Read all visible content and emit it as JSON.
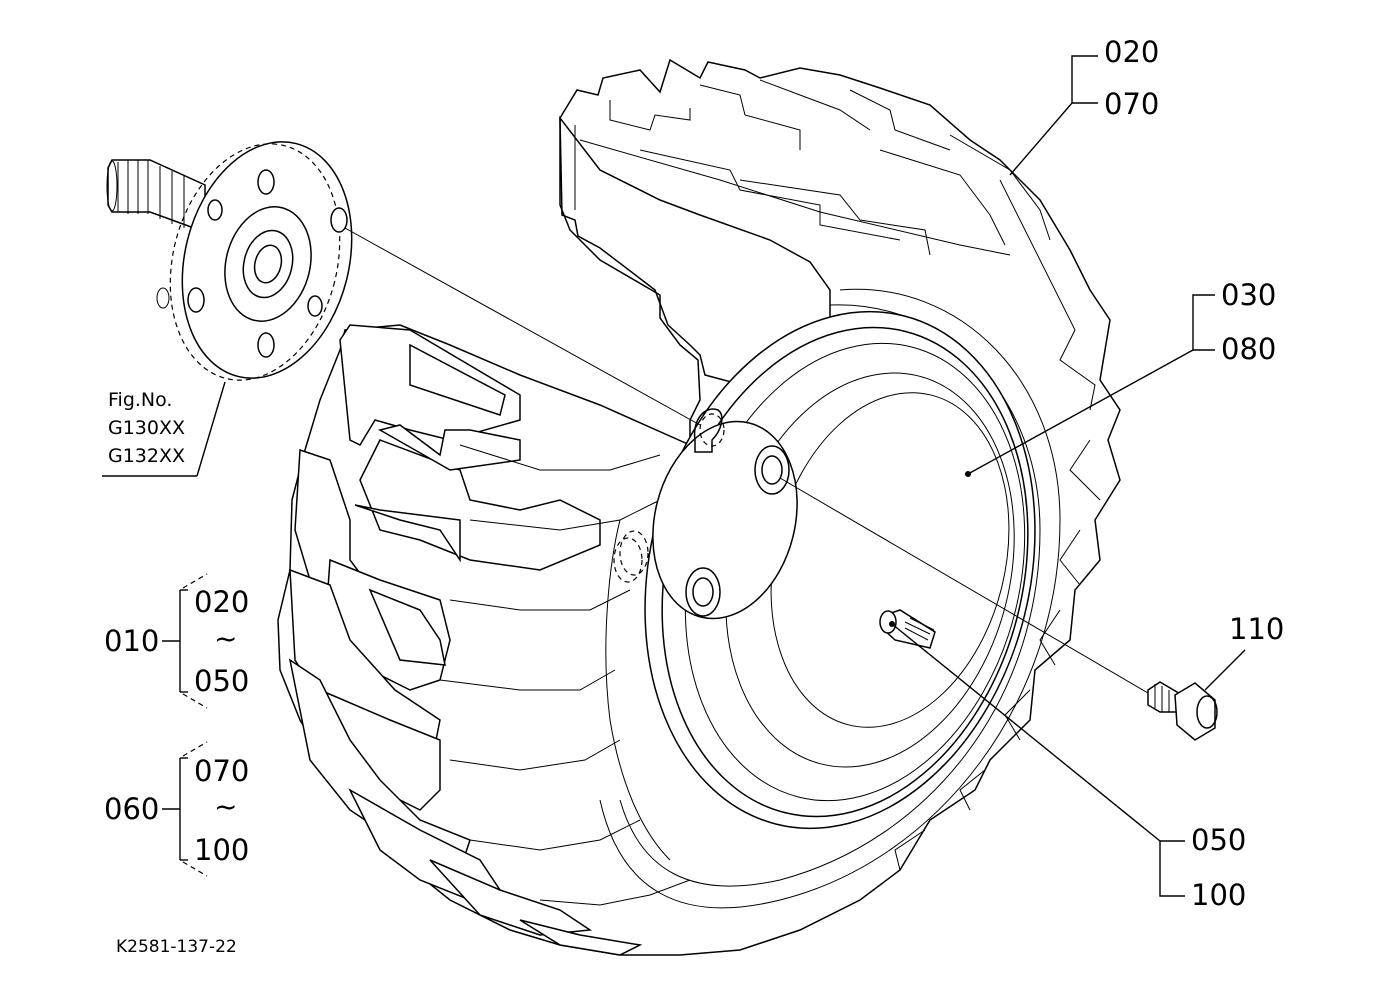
{
  "callouts": {
    "tire_top": "020",
    "tire_bottom": "070",
    "rim_top": "030",
    "rim_bottom": "080",
    "bolt": "110",
    "valve_top": "050",
    "valve_bottom": "100"
  },
  "reference": {
    "prefix": "Fig.No.",
    "fig1": "G130XX",
    "fig2": "G132XX"
  },
  "assemblies": [
    {
      "id": "010",
      "from": "020",
      "sep": "~",
      "to": "050"
    },
    {
      "id": "060",
      "from": "070",
      "sep": "~",
      "to": "100"
    }
  ],
  "document_id": "K2581-137-22"
}
